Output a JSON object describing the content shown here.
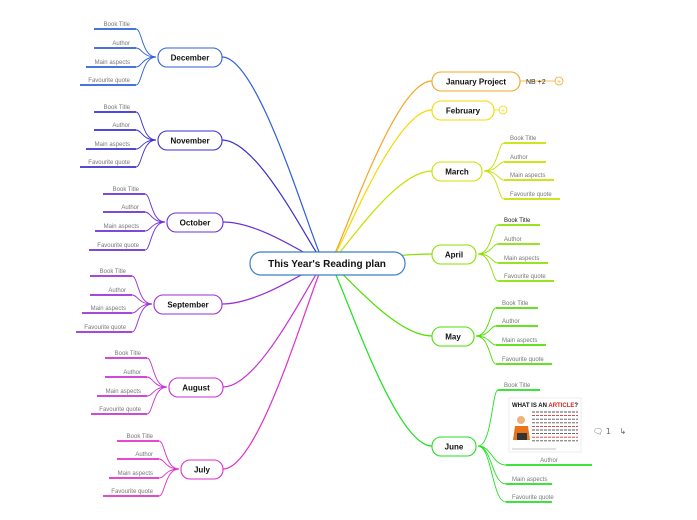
{
  "central": {
    "label": "This Year's Reading plan",
    "color": "#3a7fc4"
  },
  "sub_labels": [
    "Book Title",
    "Author",
    "Main aspects",
    "Favourite quote"
  ],
  "branches": [
    {
      "id": "december",
      "label": "December",
      "color": "#2f5fd8",
      "side": "left",
      "line": "#2f5fd8"
    },
    {
      "id": "november",
      "label": "November",
      "color": "#3a2fcf",
      "side": "left",
      "line": "#3a2fcf"
    },
    {
      "id": "october",
      "label": "October",
      "color": "#6a2fd6",
      "side": "left",
      "line": "#6a2fd6"
    },
    {
      "id": "september",
      "label": "September",
      "color": "#9a2fd6",
      "side": "left",
      "line": "#9a2fd6"
    },
    {
      "id": "august",
      "label": "August",
      "color": "#c82fd6",
      "side": "left",
      "line": "#c82fd6"
    },
    {
      "id": "july",
      "label": "July",
      "color": "#e02fc8",
      "side": "left",
      "line": "#e02fc8"
    },
    {
      "id": "january",
      "label": "January Project",
      "color": "#f5a623",
      "side": "right",
      "extra": "NB +2",
      "badge": "+"
    },
    {
      "id": "february",
      "label": "February",
      "color": "#f5d800",
      "side": "right",
      "badge": "+"
    },
    {
      "id": "march",
      "label": "March",
      "color": "#c8e000",
      "side": "right"
    },
    {
      "id": "april",
      "label": "April",
      "color": "#8ae000",
      "side": "right"
    },
    {
      "id": "may",
      "label": "May",
      "color": "#4ee000",
      "side": "right"
    },
    {
      "id": "june",
      "label": "June",
      "color": "#20e020",
      "side": "right"
    }
  ],
  "june_image": {
    "title_black": "WHAT IS AN ",
    "title_red": "ARTICLE",
    "title_end": "?"
  },
  "comments": {
    "count": "1",
    "icon": "comment-icon"
  }
}
